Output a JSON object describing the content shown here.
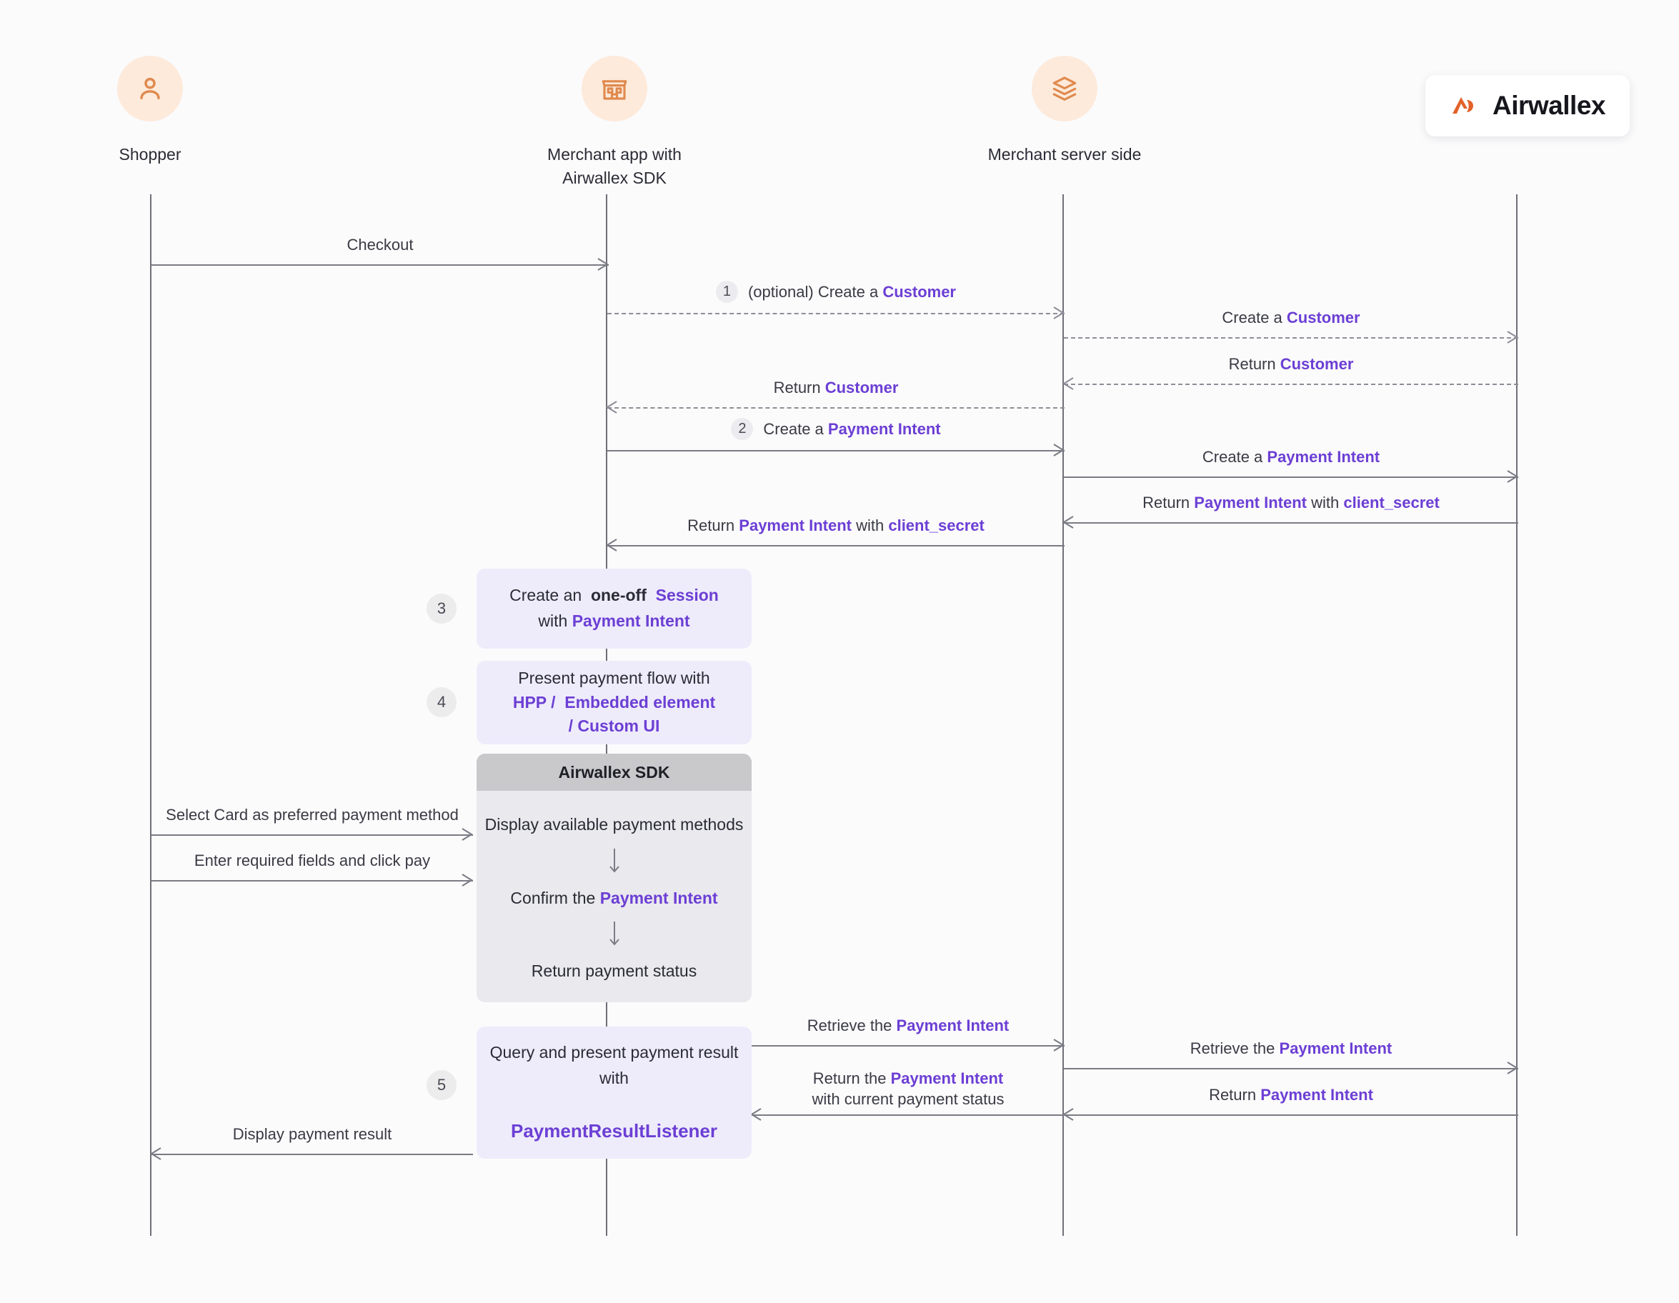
{
  "actors": [
    {
      "id": "shopper",
      "label": "Shopper",
      "icon": "user-icon"
    },
    {
      "id": "merchant-app",
      "label": "Merchant app with\nAirwallex SDK",
      "icon": "storefront-icon"
    },
    {
      "id": "merchant-server",
      "label": "Merchant server side",
      "icon": "layers-icon"
    }
  ],
  "brand": {
    "name": "Airwallex",
    "logo_icon": "airwallex-logo-icon"
  },
  "colors": {
    "accent_purple": "#6c3fd4",
    "actor_bubble": "#fdeadb",
    "actor_icon": "#e08a4e",
    "note_bg": "#eeecfb",
    "sdk_header_bg": "#c9c9cc",
    "sdk_body_bg": "#e9e9ee",
    "line": "#7b7b85"
  },
  "messages": [
    {
      "id": "checkout",
      "text_parts": [
        {
          "t": "Checkout"
        }
      ]
    },
    {
      "id": "create-customer-app",
      "step": "1",
      "text_parts": [
        {
          "t": "(optional) Create a "
        },
        {
          "t": "Customer",
          "hl": true
        }
      ]
    },
    {
      "id": "create-customer-awx",
      "text_parts": [
        {
          "t": "Create a "
        },
        {
          "t": "Customer",
          "hl": true
        }
      ]
    },
    {
      "id": "return-customer-awx",
      "text_parts": [
        {
          "t": "Return "
        },
        {
          "t": "Customer",
          "hl": true
        }
      ]
    },
    {
      "id": "return-customer-app",
      "text_parts": [
        {
          "t": "Return "
        },
        {
          "t": "Customer",
          "hl": true
        }
      ]
    },
    {
      "id": "create-intent-app",
      "step": "2",
      "text_parts": [
        {
          "t": "Create a "
        },
        {
          "t": "Payment Intent",
          "hl": true
        }
      ]
    },
    {
      "id": "create-intent-awx",
      "text_parts": [
        {
          "t": "Create a "
        },
        {
          "t": "Payment Intent",
          "hl": true
        }
      ]
    },
    {
      "id": "return-intent-awx",
      "text_parts": [
        {
          "t": "Return "
        },
        {
          "t": "Payment Intent",
          "hl": true
        },
        {
          "t": " with "
        },
        {
          "t": "client_secret",
          "hl": true
        }
      ]
    },
    {
      "id": "return-intent-app",
      "text_parts": [
        {
          "t": "Return "
        },
        {
          "t": "Payment Intent",
          "hl": true
        },
        {
          "t": " with "
        },
        {
          "t": "client_secret",
          "hl": true
        }
      ]
    },
    {
      "id": "select-card",
      "text_parts": [
        {
          "t": "Select Card as preferred payment method"
        }
      ]
    },
    {
      "id": "enter-fields",
      "text_parts": [
        {
          "t": "Enter required fields and click pay"
        }
      ]
    },
    {
      "id": "retrieve-intent-server",
      "text_parts": [
        {
          "t": "Retrieve the "
        },
        {
          "t": "Payment Intent",
          "hl": true
        }
      ]
    },
    {
      "id": "retrieve-intent-awx",
      "text_parts": [
        {
          "t": "Retrieve the "
        },
        {
          "t": "Payment Intent",
          "hl": true
        }
      ]
    },
    {
      "id": "return-intent-status",
      "text_parts": [
        {
          "t": "Return the "
        },
        {
          "t": "Payment Intent",
          "hl": true
        },
        {
          "t": "\nwith current payment status"
        }
      ]
    },
    {
      "id": "return-intent-awx2",
      "text_parts": [
        {
          "t": "Return "
        },
        {
          "t": "Payment Intent",
          "hl": true
        }
      ]
    },
    {
      "id": "display-result",
      "text_parts": [
        {
          "t": "Display payment result"
        }
      ]
    }
  ],
  "notes": [
    {
      "id": "note-session",
      "step": "3",
      "lines": [
        [
          {
            "t": "Create an  "
          },
          {
            "t": "one-off ",
            "b": true
          },
          {
            "t": " Session",
            "hl": true
          }
        ],
        [
          {
            "t": "with "
          },
          {
            "t": "Payment Intent",
            "hl": true
          }
        ]
      ]
    },
    {
      "id": "note-present",
      "step": "4",
      "lines": [
        [
          {
            "t": "Present payment flow with"
          }
        ],
        [
          {
            "t": "HPP / ",
            "hl": true
          },
          {
            "t": " Embedded element",
            "hl": true
          }
        ],
        [
          {
            "t": "/ Custom UI",
            "hl": true
          }
        ]
      ]
    },
    {
      "id": "note-result",
      "step": "5",
      "lines": [
        [
          {
            "t": "Query and present payment result"
          }
        ],
        [
          {
            "t": "with"
          }
        ],
        [
          {
            "t": ""
          }
        ],
        [
          {
            "t": "PaymentResultListener",
            "hl": true,
            "big": true
          }
        ]
      ]
    }
  ],
  "sdk_panel": {
    "id": "airwallex-sdk-panel",
    "title": "Airwallex SDK",
    "rows": [
      [
        {
          "t": "Display available payment methods"
        }
      ],
      [
        {
          "t": "Confirm the "
        },
        {
          "t": "Payment Intent",
          "hl": true
        }
      ],
      [
        {
          "t": "Return payment status"
        }
      ]
    ]
  }
}
